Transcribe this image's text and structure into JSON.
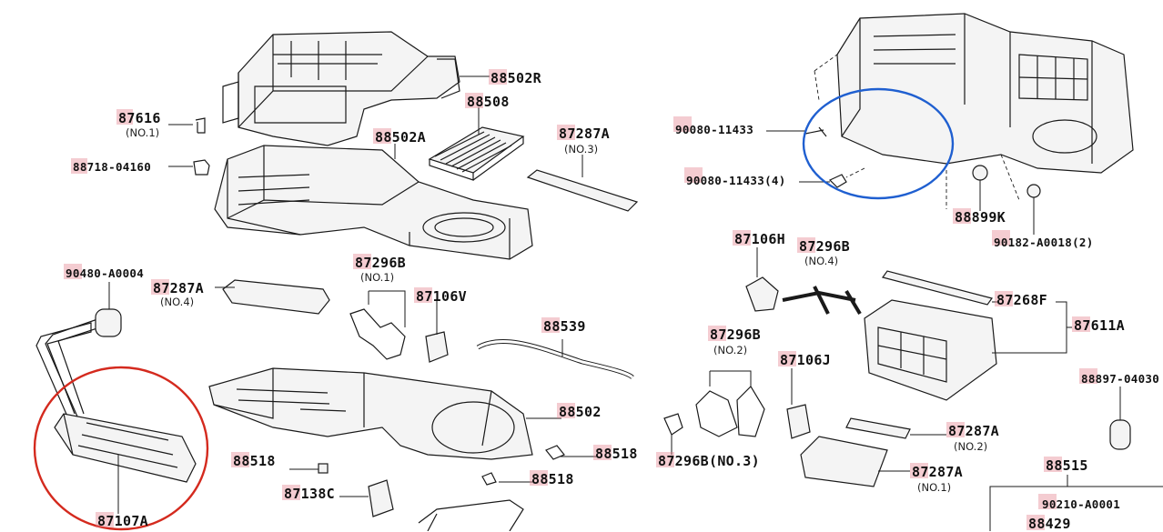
{
  "diagram": {
    "labels": {
      "p88502R": "88502R",
      "p88508": "88508",
      "p87616": "87616",
      "p87616_sub": "(NO.1)",
      "p88502A": "88502A",
      "p87287A_3": "87287A",
      "p87287A_3_sub": "(NO.3)",
      "p88718": "88718-04160",
      "p90480": "90480-A0004",
      "p87287A_4": "87287A",
      "p87287A_4_sub": "(NO.4)",
      "p87296B_1": "87296B",
      "p87296B_1_sub": "(NO.1)",
      "p87106V": "87106V",
      "p88539": "88539",
      "p88502": "88502",
      "p88518_a": "88518",
      "p88518_b": "88518",
      "p88518_c": "88518",
      "p87138C": "87138C",
      "p87107A": "87107A",
      "p90080_1": "90080-11433",
      "p90080_2": "90080-11433(4)",
      "p88899K": "88899K",
      "p90182": "90182-A0018(2)",
      "p87106H": "87106H",
      "p87296B_4": "87296B",
      "p87296B_4_sub": "(NO.4)",
      "p87268F": "87268F",
      "p87611A": "87611A",
      "p87296B_2": "87296B",
      "p87296B_2_sub": "(NO.2)",
      "p87106J": "87106J",
      "p88897": "88897-04030",
      "p87296B_3": "87296B(NO.3)",
      "p87287A_2": "87287A",
      "p87287A_2_sub": "(NO.2)",
      "p87287A_1": "87287A",
      "p87287A_1_sub": "(NO.1)",
      "p88515": "88515",
      "p90210": "90210-A0001",
      "p88429": "88429"
    },
    "highlight_color": "#e27887",
    "circle_red_color": "#d42a1e",
    "circle_blue_color": "#1f5fd0"
  }
}
